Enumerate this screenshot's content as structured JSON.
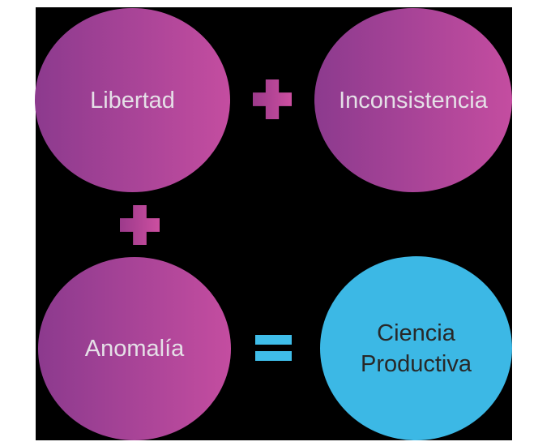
{
  "diagram": {
    "canvas_background": "#ffffff",
    "backdrop_color": "#000000",
    "nodes": [
      {
        "id": "libertad",
        "label": "Libertad",
        "shape": "circle",
        "fill_start": "#8c3a8e",
        "fill_end": "#c44da0",
        "text_color": "#e5e0e7"
      },
      {
        "id": "inconsistencia",
        "label": "Inconsistencia",
        "shape": "circle",
        "fill_start": "#8c3a8e",
        "fill_end": "#c44da0",
        "text_color": "#e5e0e7"
      },
      {
        "id": "anomalia",
        "label": "Anomalía",
        "shape": "circle",
        "fill_start": "#8c3a8e",
        "fill_end": "#c44da0",
        "text_color": "#e5e0e7"
      },
      {
        "id": "ciencia-productiva",
        "label_line1": "Ciencia",
        "label_line2": "Productiva",
        "shape": "circle",
        "fill": "#3cb8e5",
        "text_color": "#282828"
      }
    ],
    "operators": [
      {
        "id": "plus-top",
        "symbol": "+",
        "fill_start": "#9c3a8b",
        "fill_end": "#cc4fa0"
      },
      {
        "id": "plus-left",
        "symbol": "+",
        "fill_start": "#9c3a8b",
        "fill_end": "#cc4fa0"
      },
      {
        "id": "equals",
        "symbol": "=",
        "fill": "#3fbde9"
      }
    ],
    "equation_reading": "Libertad + Inconsistencia + Anomalía = Ciencia Productiva"
  }
}
